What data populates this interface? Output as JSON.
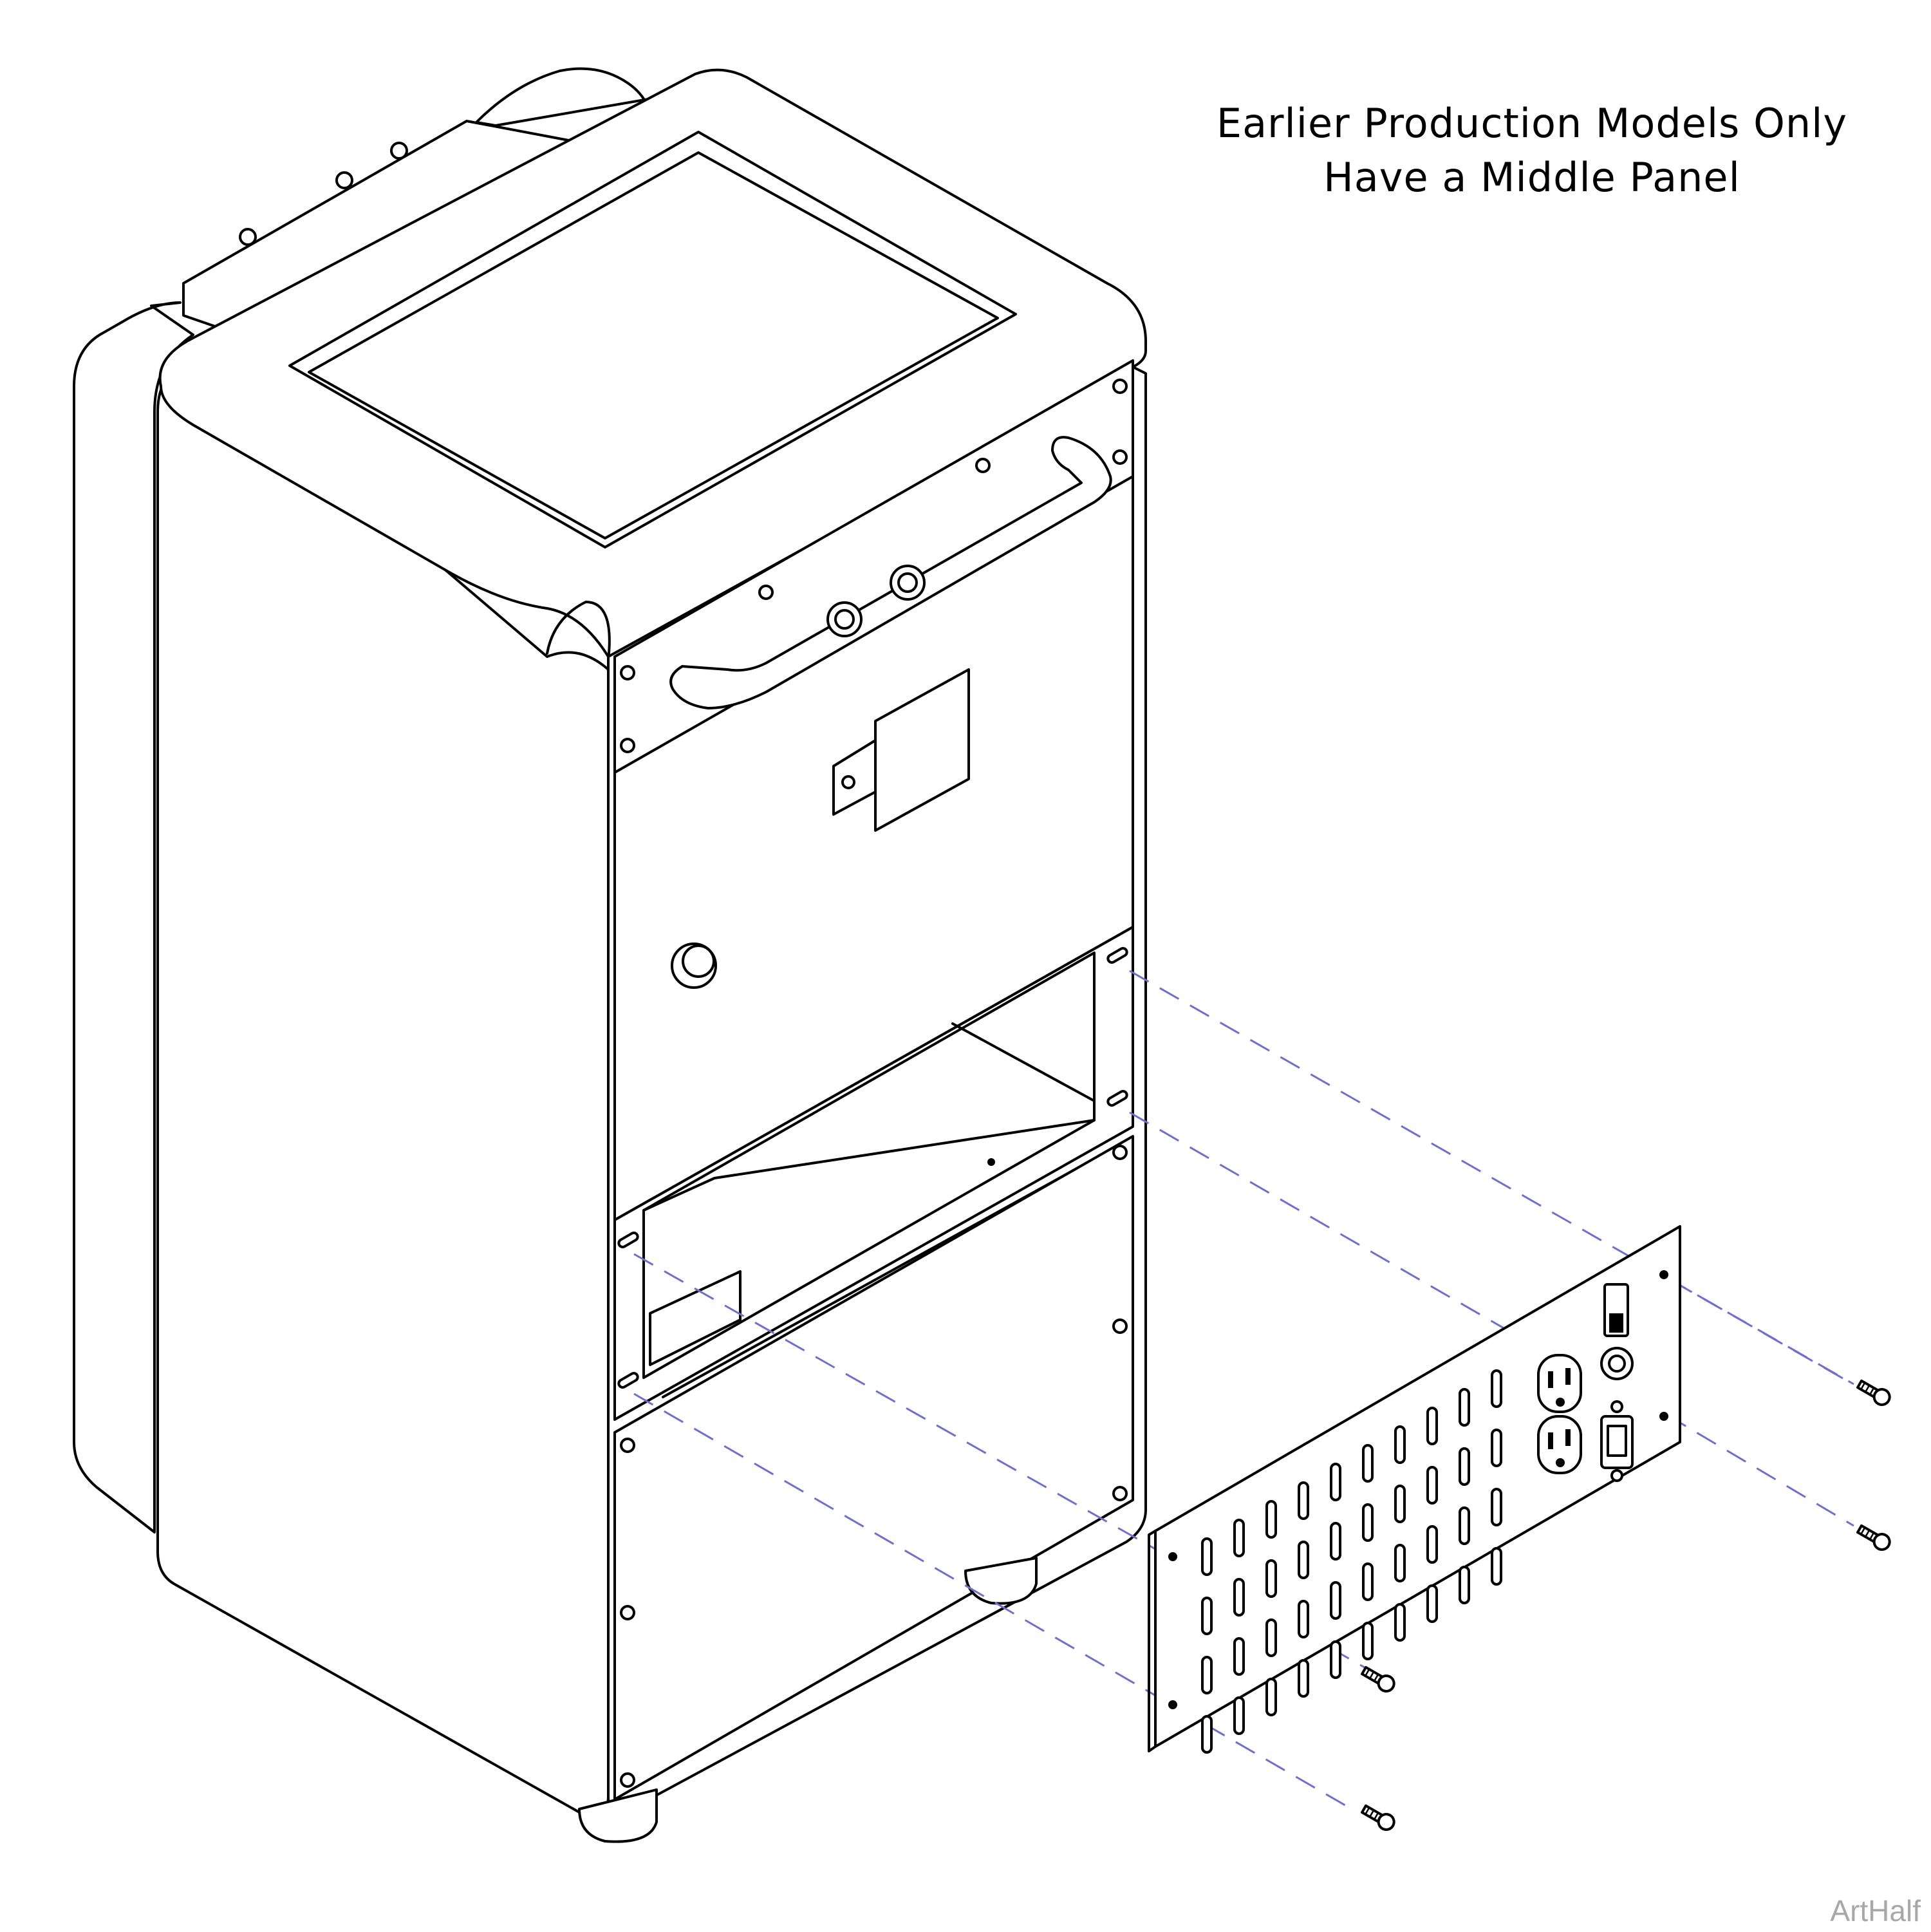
{
  "callout": {
    "line1": "Earlier Production Models Only",
    "line2": "Have a Middle Panel"
  },
  "credit": "ArtHalf",
  "colors": {
    "line": "#000000",
    "explode_line": "#7070c8",
    "credit_text": "#a8a8a8",
    "background": "#ffffff"
  },
  "parts": {
    "cabinet": "cabinet",
    "panel": "middle-panel",
    "screws": 4,
    "slots_columns": 10,
    "outlets": 2
  }
}
